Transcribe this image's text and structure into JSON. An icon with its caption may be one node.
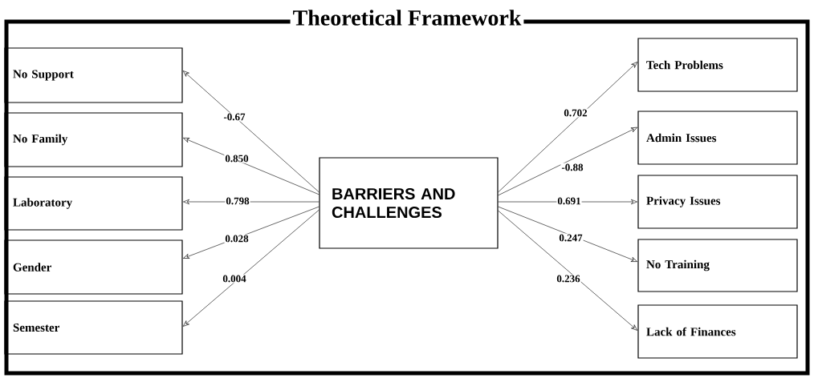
{
  "diagram": {
    "title": "Theoretical Framework",
    "nodes": [
      {
        "text": [
          "No Support"
        ]
      },
      {
        "text": [
          "No Family"
        ]
      },
      {
        "text": [
          "Laboratory"
        ]
      },
      {
        "text": [
          "Gender"
        ]
      },
      {
        "text": [
          "Semester"
        ]
      },
      {
        "text": [
          "BARRIERS AND CHALLENGES"
        ]
      },
      {
        "text": [
          "Tech Problems"
        ]
      },
      {
        "text": [
          "Admin Issues"
        ]
      },
      {
        "text": [
          "Privacy Issues"
        ]
      },
      {
        "text": [
          "No Training"
        ]
      },
      {
        "text": [
          "Lack of Finances"
        ]
      }
    ],
    "edges": [
      {
        "from": 5,
        "to": 0,
        "arrow": "to",
        "label": "-0.67"
      },
      {
        "from": 5,
        "to": 1,
        "arrow": "to",
        "label": "0.850"
      },
      {
        "from": 5,
        "to": 2,
        "arrow": "to",
        "label": "0.798"
      },
      {
        "from": 5,
        "to": 3,
        "arrow": "to",
        "label": "0.028"
      },
      {
        "from": 5,
        "to": 4,
        "arrow": "to",
        "label": "0.004"
      },
      {
        "from": 5,
        "to": 6,
        "arrow": "to",
        "label": "0.702"
      },
      {
        "from": 5,
        "to": 7,
        "arrow": "to",
        "label": "-0.88"
      },
      {
        "from": 5,
        "to": 8,
        "arrow": "to",
        "label": "0.691"
      },
      {
        "from": 5,
        "to": 9,
        "arrow": "to",
        "label": "0.247"
      },
      {
        "from": 5,
        "to": 10,
        "arrow": "to",
        "label": "0.236"
      }
    ]
  }
}
